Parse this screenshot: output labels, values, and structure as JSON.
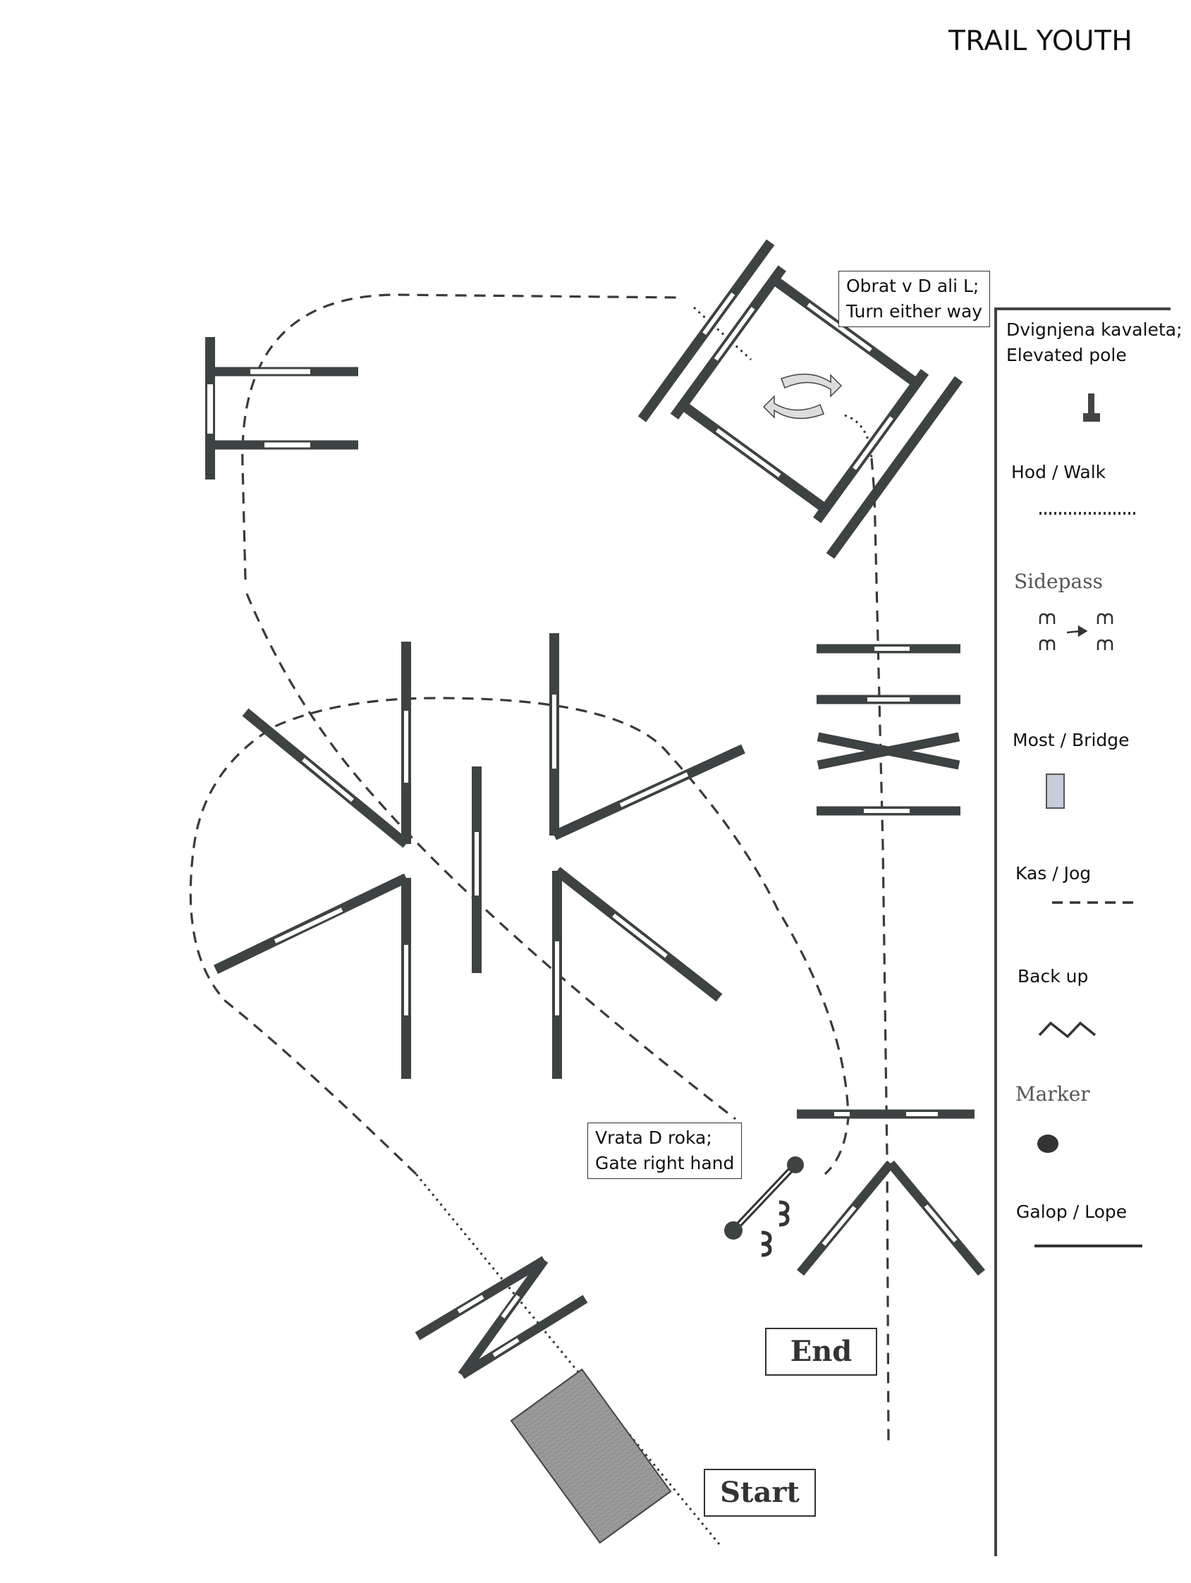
{
  "title": "TRAIL YOUTH",
  "notes": {
    "turn": [
      "Obrat v D ali L;",
      "Turn either way"
    ],
    "gate": [
      "Vrata D roka;",
      "Gate right hand"
    ]
  },
  "labels": {
    "end": "End",
    "start": "Start"
  },
  "legend": {
    "elevated": [
      "Dvignjena kavaleta;",
      "Elevated pole"
    ],
    "walk": "Hod / Walk",
    "sidepass": "Sidepass",
    "bridge": "Most / Bridge",
    "jog": "Kas / Jog",
    "backup": "Back up",
    "marker": "Marker",
    "lope": "Galop / Lope"
  },
  "colors": {
    "pole": "#3d4242",
    "line": "#333333",
    "bridge_fill": "#c8ccd8",
    "water_fill": "#9a9a9a"
  }
}
